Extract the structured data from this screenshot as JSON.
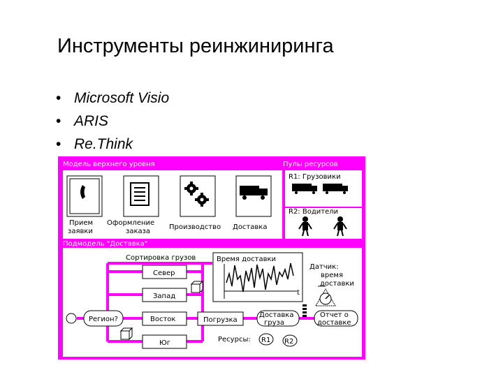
{
  "slide": {
    "title": "Инструменты реинжиниринга",
    "bullets": [
      "Microsoft Visio",
      "ARIS",
      "Re.Think"
    ]
  },
  "colors": {
    "magenta": "#ff00ff",
    "white": "#ffffff",
    "black": "#000000"
  },
  "diagram": {
    "top_model_label": "Модель верхнего уровня",
    "resource_pools_label": "Пулы ресурсов",
    "r1_label": "R1: Грузовики",
    "r2_label": "R2: Водители",
    "process_labels": {
      "receive": "Прием",
      "receive_line2": "заявки",
      "register": "Оформление",
      "register_line2": "заказа",
      "production": "Производство",
      "delivery": "Доставка"
    },
    "submodel_label": "Подмодель \"Доставка\"",
    "sorting_label": "Сортировка грузов",
    "delivery_time_label": "Время доставки",
    "time_axis_label": "t",
    "sensor_label": [
      "Датчик:",
      "время",
      "доставки"
    ],
    "regions": [
      "Север",
      "Запад",
      "Восток",
      "Юг"
    ],
    "region_decision": "Регион?",
    "loading": "Погрузка",
    "cargo_delivery": [
      "Доставка",
      "груза"
    ],
    "report": [
      "Отчет о",
      "доставке"
    ],
    "resources_label": "Ресурсы:",
    "resource_tokens": [
      "R1",
      "R2"
    ],
    "icons": [
      "phone-icon",
      "document-icon",
      "gears-icon",
      "truck-icon",
      "driver-icon",
      "cube-icon",
      "gauge-icon"
    ]
  }
}
